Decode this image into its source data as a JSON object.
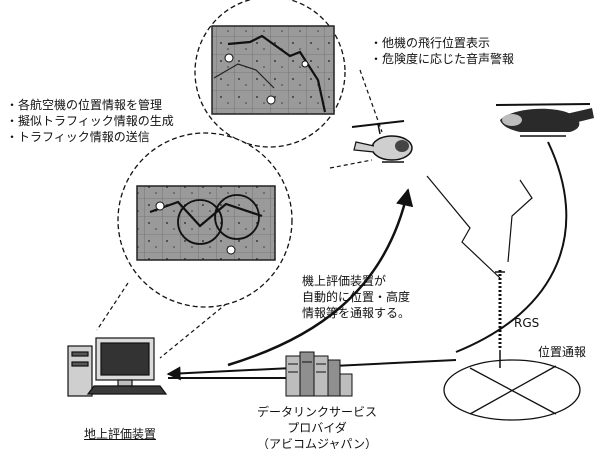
{
  "labels": {
    "pilot_features": [
      "他機の飛行位置表示",
      "危険度に応じた音声警報"
    ],
    "ground_features": [
      "各航空機の位置情報を管理",
      "擬似トラフィック情報の生成",
      "トラフィック情報の送信"
    ],
    "auto_report": [
      "機上評価装置が",
      "自動的に位置・高度",
      "情報等を通報する。"
    ],
    "rgs": "RGS",
    "position_report": "位置通報",
    "provider": [
      "データリンクサービス",
      "プロバイダ",
      "（アビコムジャパン）"
    ],
    "ground_equipment": "地上評価装置"
  }
}
